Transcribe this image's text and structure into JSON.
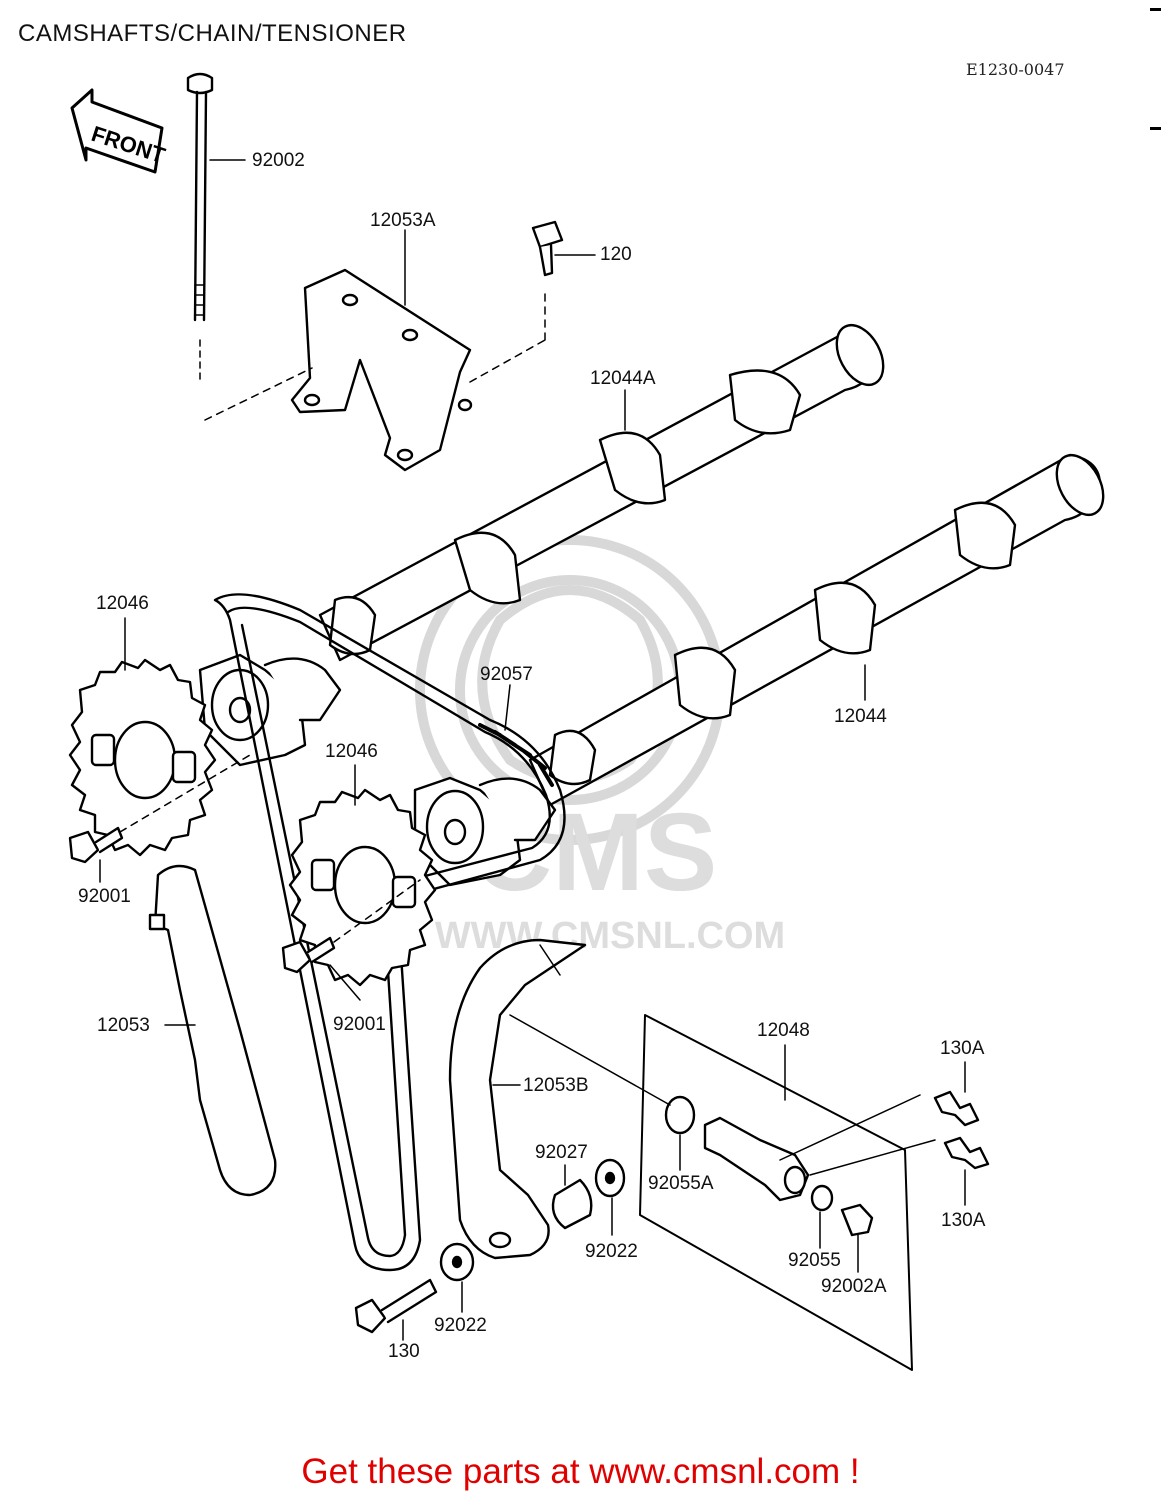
{
  "title": "CAMSHAFTS/CHAIN/TENSIONER",
  "diagram_code": "E1230-0047",
  "front_arrow_text": "FRONT",
  "watermark": {
    "brand": "CMS",
    "site": "WWW.CMSNL.COM"
  },
  "part_labels": {
    "p92002": "92002",
    "p12053A": "12053A",
    "p120": "120",
    "p12044A": "12044A",
    "p12046_a": "12046",
    "p92057": "92057",
    "p12044": "12044",
    "p12046_b": "12046",
    "p92001_a": "92001",
    "p12053": "12053",
    "p92001_b": "92001",
    "p12048": "12048",
    "p130A_a": "130A",
    "p12053B": "12053B",
    "p92027": "92027",
    "p92055A": "92055A",
    "p130A_b": "130A",
    "p92022_a": "92022",
    "p92055": "92055",
    "p92002A": "92002A",
    "p130": "130",
    "p92022_b": "92022"
  },
  "footer": {
    "link_text": "Get these parts at www.cmsnl.com !"
  },
  "colors": {
    "footer_text": "#e00000",
    "line": "#000000",
    "watermark": "#d8d8d8"
  }
}
